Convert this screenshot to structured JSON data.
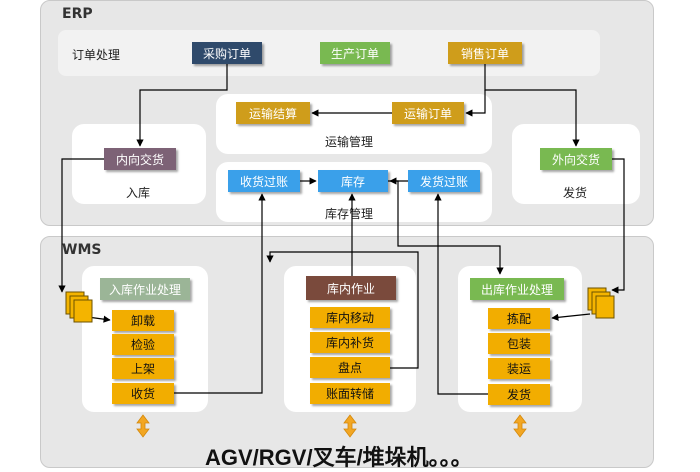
{
  "erp": {
    "title": "ERP",
    "order_section": "订单处理",
    "purchase_order": "采购订单",
    "production_order": "生产订单",
    "sales_order": "销售订单",
    "inbound": {
      "node": "内向交货",
      "label": "入库"
    },
    "transport": {
      "settlement": "运输结算",
      "order": "运输订单",
      "label": "运输管理"
    },
    "inventory": {
      "receive_post": "收货过账",
      "stock": "库存",
      "issue_post": "发货过账",
      "label": "库存管理"
    },
    "outbound": {
      "node": "外向交货",
      "label": "发货"
    }
  },
  "wms": {
    "title": "WMS",
    "inbound_ops": {
      "header": "入库作业处理",
      "steps": [
        "卸载",
        "检验",
        "上架",
        "收货"
      ]
    },
    "internal_ops": {
      "header": "库内作业",
      "steps": [
        "库内移动",
        "库内补货",
        "盘点",
        "账面转储"
      ]
    },
    "outbound_ops": {
      "header": "出库作业处理",
      "steps": [
        "拣配",
        "包装",
        "装运",
        "发货"
      ]
    }
  },
  "equipment": "AGV/RGV/叉车/堆垛机。。。",
  "colors": {
    "navy": "#2f4a6b",
    "green": "#79b951",
    "gold": "#cf9d1b",
    "plum": "#7d6276",
    "blue": "#3aa0ea",
    "brown": "#7a4a3c",
    "sage": "#9bb597",
    "yellow": "#f2ad00",
    "double_arrow": "#f2a622",
    "document": "#f4b400"
  }
}
